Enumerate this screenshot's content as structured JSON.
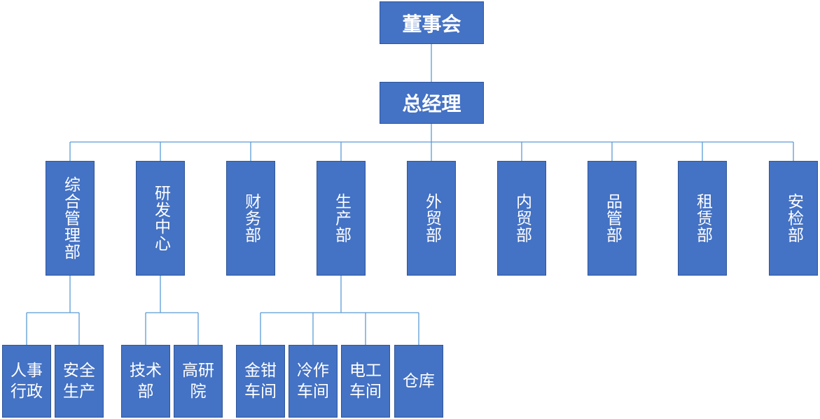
{
  "org_chart": {
    "board": "董事会",
    "ceo": "总经理",
    "departments": [
      "综合管理部",
      "研发中心",
      "财务部",
      "生产部",
      "外贸部",
      "内贸部",
      "品管部",
      "租赁部",
      "安检部"
    ],
    "admin_sub": [
      "人事行政",
      "安全生产"
    ],
    "rd_sub": [
      "技术部",
      "高研院"
    ],
    "production_sub": [
      "金钳车间",
      "冷作车间",
      "电工车间",
      "仓库"
    ]
  },
  "colors": {
    "box_fill": "#4472c4",
    "box_border": "#2f5597",
    "connector": "#5b9bd5",
    "text": "#ffffff"
  }
}
